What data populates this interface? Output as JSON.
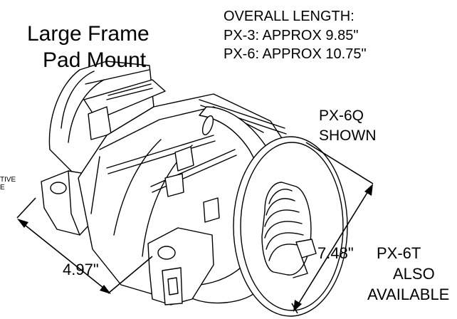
{
  "title": {
    "line1": "Large Frame",
    "line2": "Pad Mount"
  },
  "overall_length": {
    "heading": "OVERALL LENGTH:",
    "px3": "PX-3: APPROX 9.85\"",
    "px6": "PX-6: APPROX 10.75\""
  },
  "shown": {
    "line1": "PX-6Q",
    "line2": "SHOWN"
  },
  "dimensions": {
    "mount_spacing": "4.97\"",
    "pulley_side": "7.48\""
  },
  "also_available": {
    "line1": "PX-6T",
    "line2": "ALSO",
    "line3": "AVAILABLE"
  },
  "cut_off_label": {
    "line1": "TIVE",
    "line2": "E"
  },
  "colors": {
    "ink": "#000000",
    "background": "#ffffff"
  }
}
